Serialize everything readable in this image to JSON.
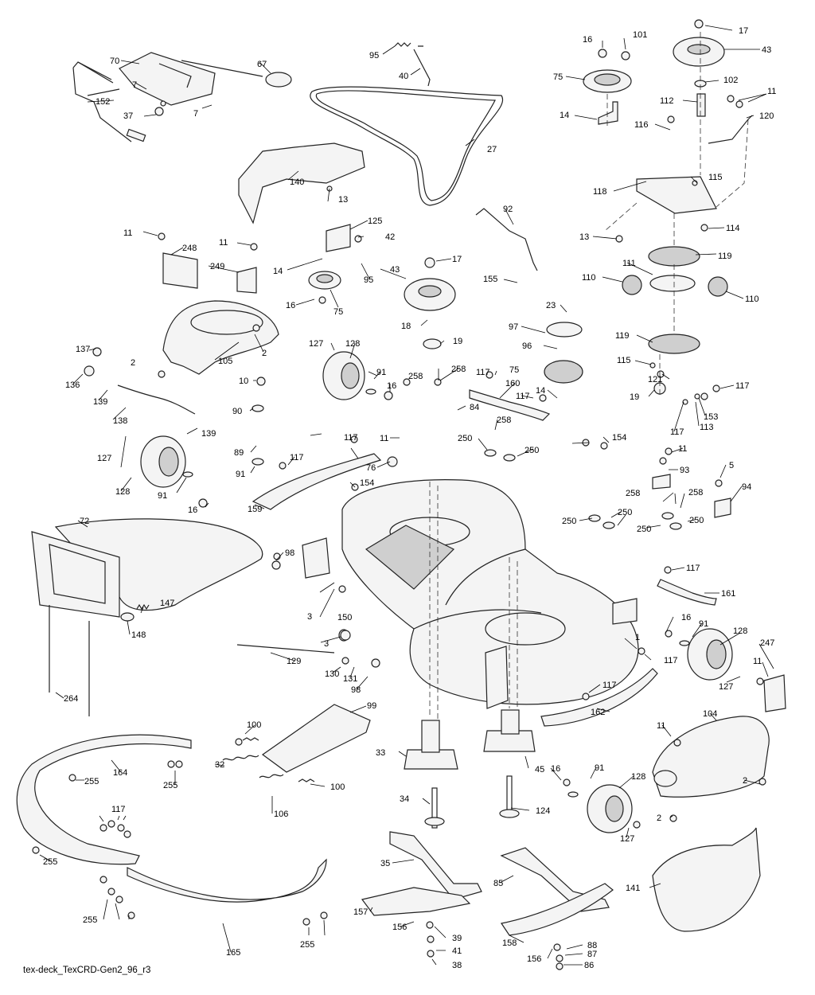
{
  "caption": "tex-deck_TexCRD-Gen2_96_r3",
  "callouts": [
    {
      "id": "c1",
      "text": "70"
    },
    {
      "id": "c2",
      "text": "67"
    },
    {
      "id": "c3",
      "text": "7"
    },
    {
      "id": "c4",
      "text": "7"
    },
    {
      "id": "c5",
      "text": "152"
    },
    {
      "id": "c6",
      "text": "37"
    },
    {
      "id": "c7",
      "text": "95"
    },
    {
      "id": "c8",
      "text": "40"
    },
    {
      "id": "c9",
      "text": "27"
    },
    {
      "id": "c10",
      "text": "16"
    },
    {
      "id": "c11",
      "text": "101"
    },
    {
      "id": "c12",
      "text": "17"
    },
    {
      "id": "c13",
      "text": "43"
    },
    {
      "id": "c14",
      "text": "75"
    },
    {
      "id": "c15",
      "text": "102"
    },
    {
      "id": "c16",
      "text": "11"
    },
    {
      "id": "c17",
      "text": "112"
    },
    {
      "id": "c18",
      "text": "120"
    },
    {
      "id": "c19",
      "text": "14"
    },
    {
      "id": "c20",
      "text": "116"
    },
    {
      "id": "c21",
      "text": "140"
    },
    {
      "id": "c22",
      "text": "13"
    },
    {
      "id": "c23",
      "text": "125"
    },
    {
      "id": "c24",
      "text": "42"
    },
    {
      "id": "c25",
      "text": "11"
    },
    {
      "id": "c26",
      "text": "248"
    },
    {
      "id": "c27",
      "text": "11"
    },
    {
      "id": "c28",
      "text": "249"
    },
    {
      "id": "c29",
      "text": "14"
    },
    {
      "id": "c30",
      "text": "95"
    },
    {
      "id": "c31",
      "text": "16"
    },
    {
      "id": "c32",
      "text": "75"
    },
    {
      "id": "c33",
      "text": "92"
    },
    {
      "id": "c34",
      "text": "115"
    },
    {
      "id": "c35",
      "text": "118"
    },
    {
      "id": "c36",
      "text": "13"
    },
    {
      "id": "c37",
      "text": "114"
    },
    {
      "id": "c38",
      "text": "119"
    },
    {
      "id": "c39",
      "text": "111"
    },
    {
      "id": "c40",
      "text": "110"
    },
    {
      "id": "c41",
      "text": "110"
    },
    {
      "id": "c42",
      "text": "43"
    },
    {
      "id": "c43",
      "text": "17"
    },
    {
      "id": "c44",
      "text": "155"
    },
    {
      "id": "c45",
      "text": "23"
    },
    {
      "id": "c46",
      "text": "18"
    },
    {
      "id": "c47",
      "text": "19"
    },
    {
      "id": "c48",
      "text": "97"
    },
    {
      "id": "c49",
      "text": "96"
    },
    {
      "id": "c50",
      "text": "119"
    },
    {
      "id": "c51",
      "text": "115"
    },
    {
      "id": "c52",
      "text": "121"
    },
    {
      "id": "c53",
      "text": "117"
    },
    {
      "id": "c54",
      "text": "153"
    },
    {
      "id": "c55",
      "text": "19"
    },
    {
      "id": "c56",
      "text": "113"
    },
    {
      "id": "c57",
      "text": "117"
    },
    {
      "id": "c58",
      "text": "105"
    },
    {
      "id": "c59",
      "text": "2"
    },
    {
      "id": "c60",
      "text": "137"
    },
    {
      "id": "c61",
      "text": "136"
    },
    {
      "id": "c62",
      "text": "139"
    },
    {
      "id": "c63",
      "text": "138"
    },
    {
      "id": "c64",
      "text": "139"
    },
    {
      "id": "c65",
      "text": "2"
    },
    {
      "id": "c66",
      "text": "127"
    },
    {
      "id": "c67",
      "text": "128"
    },
    {
      "id": "c68",
      "text": "91"
    },
    {
      "id": "c69",
      "text": "16"
    },
    {
      "id": "c70",
      "text": "10"
    },
    {
      "id": "c71",
      "text": "90"
    },
    {
      "id": "c72",
      "text": "89"
    },
    {
      "id": "c73",
      "text": "91"
    },
    {
      "id": "c74",
      "text": "127"
    },
    {
      "id": "c75",
      "text": "128"
    },
    {
      "id": "c76",
      "text": "91"
    },
    {
      "id": "c77",
      "text": "16"
    },
    {
      "id": "c78",
      "text": "258"
    },
    {
      "id": "c79",
      "text": "258"
    },
    {
      "id": "c80",
      "text": "75"
    },
    {
      "id": "c81",
      "text": "117"
    },
    {
      "id": "c82",
      "text": "160"
    },
    {
      "id": "c83",
      "text": "117"
    },
    {
      "id": "c84",
      "text": "14"
    },
    {
      "id": "c85",
      "text": "84"
    },
    {
      "id": "c86",
      "text": "258"
    },
    {
      "id": "c87",
      "text": "11"
    },
    {
      "id": "c88",
      "text": "250"
    },
    {
      "id": "c89",
      "text": "250"
    },
    {
      "id": "c90",
      "text": "117"
    },
    {
      "id": "c91",
      "text": "117"
    },
    {
      "id": "c92",
      "text": "76"
    },
    {
      "id": "c93",
      "text": "154"
    },
    {
      "id": "c94",
      "text": "154"
    },
    {
      "id": "c95",
      "text": "11"
    },
    {
      "id": "c96",
      "text": "93"
    },
    {
      "id": "c97",
      "text": "5"
    },
    {
      "id": "c98",
      "text": "94"
    },
    {
      "id": "c99",
      "text": "159"
    },
    {
      "id": "c100",
      "text": "258"
    },
    {
      "id": "c101",
      "text": "250"
    },
    {
      "id": "c102",
      "text": "258"
    },
    {
      "id": "c103",
      "text": "250"
    },
    {
      "id": "c104",
      "text": "250"
    },
    {
      "id": "c105",
      "text": "250"
    },
    {
      "id": "c106",
      "text": "72"
    },
    {
      "id": "c107",
      "text": "98"
    },
    {
      "id": "c108",
      "text": "117"
    },
    {
      "id": "c109",
      "text": "161"
    },
    {
      "id": "c110",
      "text": "147"
    },
    {
      "id": "c111",
      "text": "148"
    },
    {
      "id": "c112",
      "text": "3"
    },
    {
      "id": "c113",
      "text": "150"
    },
    {
      "id": "c114",
      "text": "16"
    },
    {
      "id": "c115",
      "text": "91"
    },
    {
      "id": "c116",
      "text": "128"
    },
    {
      "id": "c117",
      "text": "247"
    },
    {
      "id": "c118",
      "text": "3"
    },
    {
      "id": "c119",
      "text": "1"
    },
    {
      "id": "c120",
      "text": "129"
    },
    {
      "id": "c121",
      "text": "131"
    },
    {
      "id": "c122",
      "text": "130"
    },
    {
      "id": "c123",
      "text": "98"
    },
    {
      "id": "c124",
      "text": "117"
    },
    {
      "id": "c125",
      "text": "127"
    },
    {
      "id": "c126",
      "text": "11"
    },
    {
      "id": "c127",
      "text": "264"
    },
    {
      "id": "c128",
      "text": "117"
    },
    {
      "id": "c129",
      "text": "99"
    },
    {
      "id": "c130",
      "text": "162"
    },
    {
      "id": "c131",
      "text": "104"
    },
    {
      "id": "c132",
      "text": "11"
    },
    {
      "id": "c133",
      "text": "100"
    },
    {
      "id": "c134",
      "text": "164"
    },
    {
      "id": "c135",
      "text": "33"
    },
    {
      "id": "c136",
      "text": "45"
    },
    {
      "id": "c137",
      "text": "16"
    },
    {
      "id": "c138",
      "text": "91"
    },
    {
      "id": "c139",
      "text": "128"
    },
    {
      "id": "c140",
      "text": "32"
    },
    {
      "id": "c141",
      "text": "100"
    },
    {
      "id": "c142",
      "text": "255"
    },
    {
      "id": "c143",
      "text": "255"
    },
    {
      "id": "c144",
      "text": "106"
    },
    {
      "id": "c145",
      "text": "2"
    },
    {
      "id": "c146",
      "text": "2"
    },
    {
      "id": "c147",
      "text": "34"
    },
    {
      "id": "c148",
      "text": "124"
    },
    {
      "id": "c149",
      "text": "127"
    },
    {
      "id": "c150",
      "text": "117"
    },
    {
      "id": "c151",
      "text": "255"
    },
    {
      "id": "c152",
      "text": "35"
    },
    {
      "id": "c153",
      "text": "85"
    },
    {
      "id": "c154",
      "text": "141"
    },
    {
      "id": "c155",
      "text": "255"
    },
    {
      "id": "c156",
      "text": "157"
    },
    {
      "id": "c157",
      "text": "156"
    },
    {
      "id": "c158",
      "text": "39"
    },
    {
      "id": "c159",
      "text": "41"
    },
    {
      "id": "c160",
      "text": "158"
    },
    {
      "id": "c161",
      "text": "156"
    },
    {
      "id": "c162",
      "text": "88"
    },
    {
      "id": "c163",
      "text": "87"
    },
    {
      "id": "c164",
      "text": "165"
    },
    {
      "id": "c165",
      "text": "255"
    },
    {
      "id": "c166",
      "text": "38"
    },
    {
      "id": "c167",
      "text": "86"
    }
  ]
}
